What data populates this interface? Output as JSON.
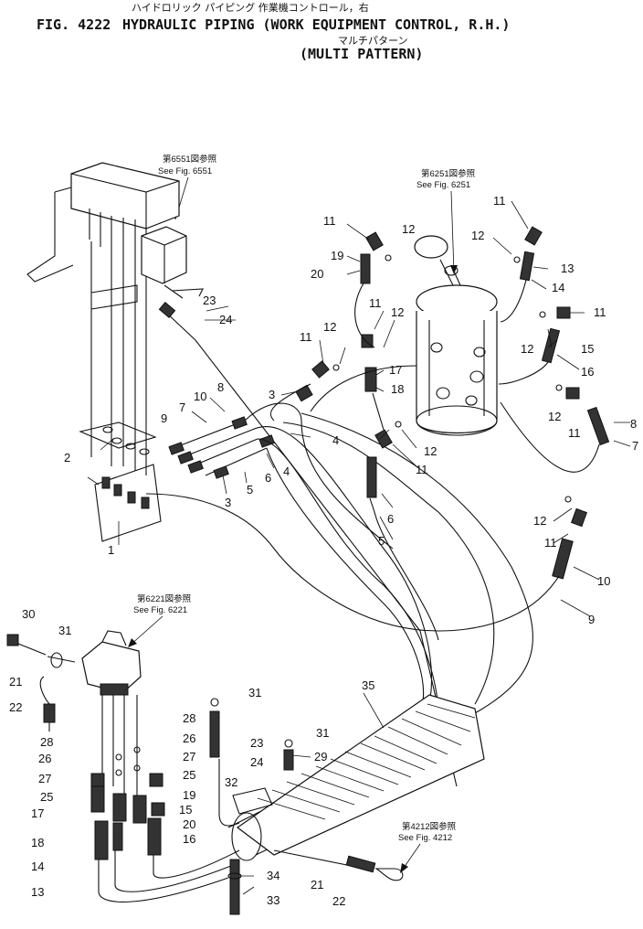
{
  "header": {
    "fig_no": "FIG. 4222",
    "title_en": "HYDRAULIC PIPING (WORK EQUIPMENT CONTROL, R.H.)",
    "title_jp_1": "ハイドロリック パイピング  作業機コントロール，右",
    "title_jp_2": "マルチパターン",
    "subtitle": "(MULTI PATTERN)"
  },
  "references": {
    "r6551_jp": "第6551図参照",
    "r6551_en": "See Fig. 6551",
    "r6251_jp": "第6251図参照",
    "r6251_en": "See Fig. 6251",
    "r6221_jp": "第6221図参照",
    "r6221_en": "See Fig. 6221",
    "r4212_jp": "第4212図参照",
    "r4212_en": "See Fig. 4212"
  },
  "callouts": [
    "1",
    "2",
    "3",
    "4",
    "5",
    "6",
    "7",
    "8",
    "9",
    "10",
    "11",
    "12",
    "13",
    "14",
    "15",
    "16",
    "17",
    "18",
    "19",
    "20",
    "21",
    "22",
    "23",
    "24",
    "25",
    "26",
    "27",
    "28",
    "29",
    "30",
    "31",
    "32",
    "33",
    "34",
    "35"
  ]
}
